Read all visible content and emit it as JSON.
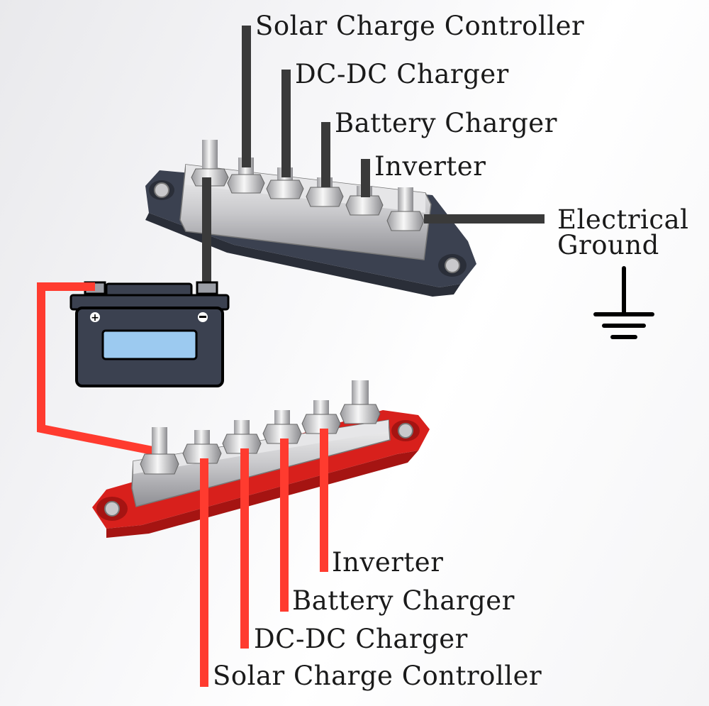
{
  "negative_bus": {
    "labels": [
      "Solar Charge Controller",
      "DC-DC Charger",
      "Battery Charger",
      "Inverter"
    ],
    "ground_label": [
      "Electrical",
      "Ground"
    ]
  },
  "positive_bus": {
    "labels": [
      "Inverter",
      "Battery Charger",
      "DC-DC Charger",
      "Solar Charge Controller"
    ]
  },
  "colors": {
    "negative_wire": "#3a3a3a",
    "positive_wire": "#ff3b2f",
    "negative_base": "#3b4150",
    "positive_base": "#d8201c",
    "battery_screen": "#9ccaf0"
  }
}
